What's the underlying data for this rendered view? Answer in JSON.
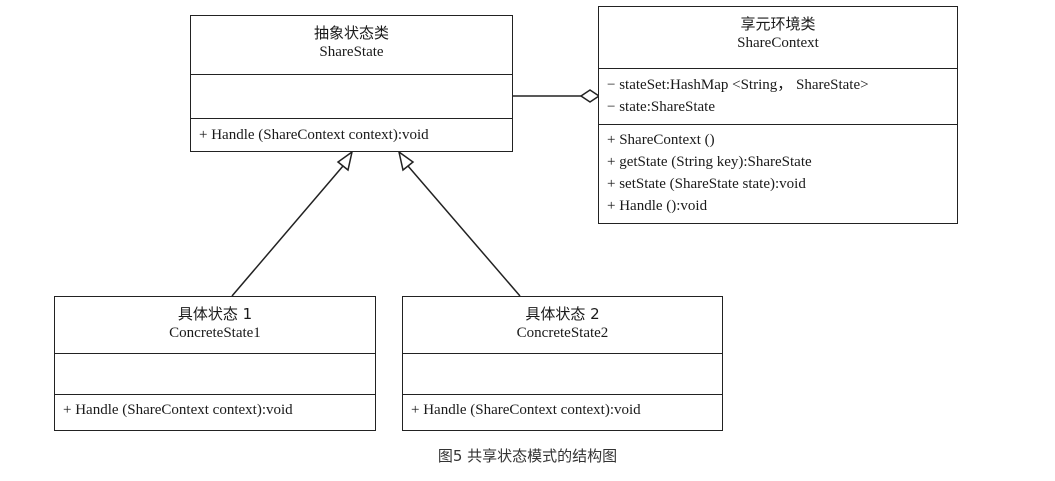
{
  "diagram": {
    "share_state": {
      "name_zh": "抽象状态类",
      "name_en": "ShareState",
      "operations": [
        "+ Handle (ShareContext context):void"
      ]
    },
    "share_context": {
      "name_zh": "享元环境类",
      "name_en": "ShareContext",
      "attributes": [
        "− stateSet:HashMap <String， ShareState>",
        "− state:ShareState"
      ],
      "operations": [
        "+ ShareContext ()",
        "+ getState (String key):ShareState",
        "+ setState (ShareState state):void",
        "+ Handle ():void"
      ]
    },
    "concrete_state_1": {
      "name_zh": "具体状态 1",
      "name_en": "ConcreteState1",
      "operations": [
        "+ Handle (ShareContext context):void"
      ]
    },
    "concrete_state_2": {
      "name_zh": "具体状态 2",
      "name_en": "ConcreteState2",
      "operations": [
        "+ Handle (ShareContext context):void"
      ]
    },
    "caption": "图5 共享状态模式的结构图"
  }
}
